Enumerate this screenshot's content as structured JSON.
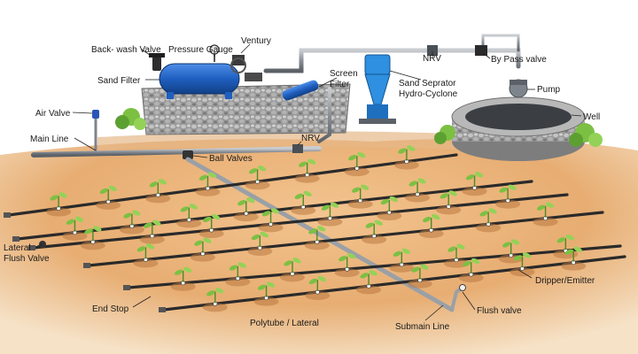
{
  "labels": {
    "backwash_valve": "Back- wash Valve",
    "pressure_gauge": "Pressure Gauge",
    "venturi": "Ventury",
    "sand_filter": "Sand Filter",
    "screen_filter_1": "Screen",
    "screen_filter_2": "Filter",
    "nrv_top": "NRV",
    "bypass_valve": "By Pass valve",
    "hydrocyclone_1": "Sand Seprator",
    "hydrocyclone_2": "Hydro-Cyclone",
    "pump": "Pump",
    "air_valve": "Air Valve",
    "well": "Well",
    "main_line": "Main Line",
    "nrv_mid": "NRV",
    "ball_valves": "Ball Valves",
    "lateral_flush_1": "Lateral",
    "lateral_flush_2": "Flush Valve",
    "dripper": "Dripper/Emitter",
    "end_stop": "End Stop",
    "flush_valve": "Flush valve",
    "polytube": "Polytube / Lateral",
    "submain": "Submain Line"
  },
  "colors": {
    "soil": "#e9b47c",
    "soil_light": "#f6dcb8",
    "pipe": "#8a8f96",
    "tank": "#1f5fbf",
    "cyclone": "#2f8fe0",
    "plant": "#6fb33a",
    "gravel": "#8c8c8c"
  }
}
